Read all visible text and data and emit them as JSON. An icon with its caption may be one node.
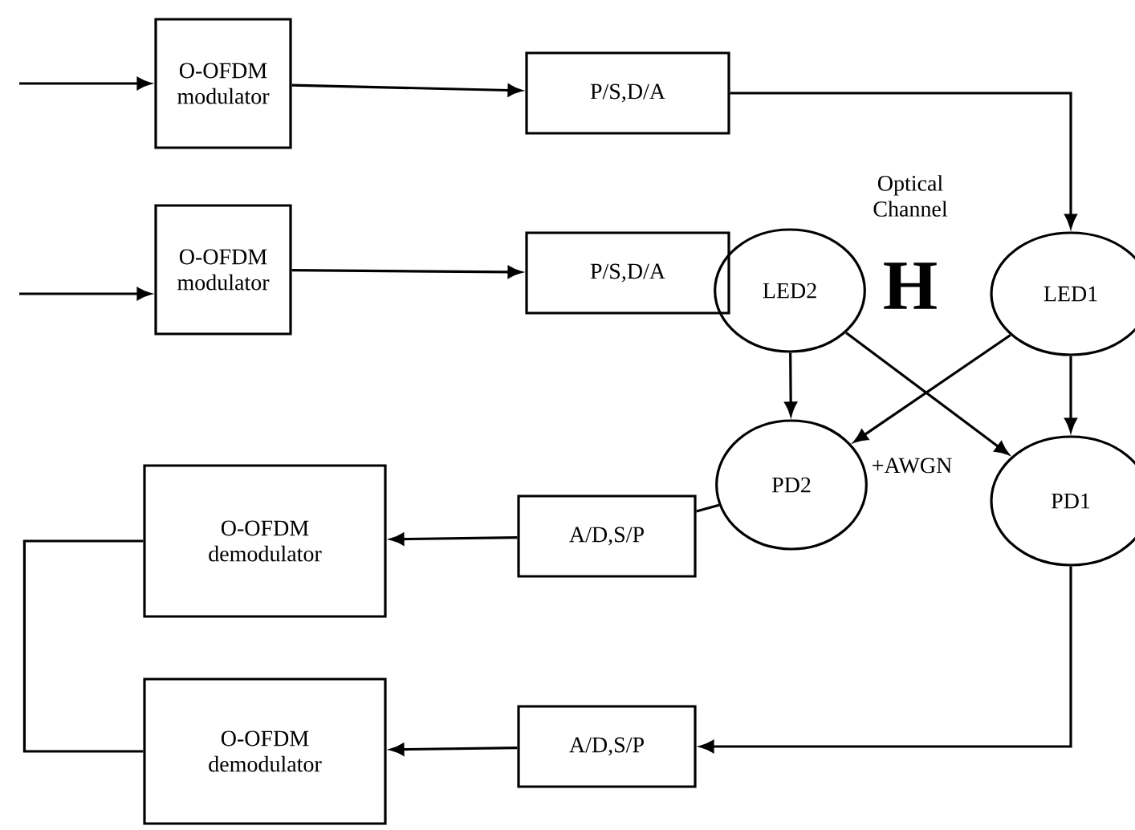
{
  "diagram": {
    "nodes": [
      {
        "text": [
          "O-OFDM modulator"
        ]
      },
      {
        "text": [
          "P/S,D/A"
        ]
      },
      {
        "text": [
          "O-OFDM modulator"
        ]
      },
      {
        "text": [
          "P/S,D/A"
        ]
      },
      {
        "text": [
          "LED2"
        ]
      },
      {
        "text": [
          "LED1"
        ]
      },
      {
        "text": [
          "PD2"
        ]
      },
      {
        "text": [
          "PD1"
        ]
      },
      {
        "text": [
          "O-OFDM demodulator"
        ]
      },
      {
        "text": [
          "A/D,S/P"
        ]
      },
      {
        "text": [
          "O-OFDM demodulator"
        ]
      },
      {
        "text": [
          "A/D,S/P"
        ]
      }
    ],
    "edges": [
      {
        "from": null,
        "to": 0,
        "arrow": "to"
      },
      {
        "from": 0,
        "to": 1,
        "arrow": "to"
      },
      {
        "from": 1,
        "to": 5,
        "arrow": "to"
      },
      {
        "from": null,
        "to": 2,
        "arrow": "to"
      },
      {
        "from": 2,
        "to": 3,
        "arrow": "to"
      },
      {
        "from": 4,
        "to": 6,
        "arrow": "to"
      },
      {
        "from": 4,
        "to": 7,
        "arrow": "to"
      },
      {
        "from": 5,
        "to": 6,
        "arrow": "to"
      },
      {
        "from": 5,
        "to": 7,
        "arrow": "to"
      },
      {
        "from": 6,
        "to": 9,
        "arrow": "none"
      },
      {
        "from": 9,
        "to": 8,
        "arrow": "to"
      },
      {
        "from": 7,
        "to": 11,
        "arrow": "to"
      },
      {
        "from": 11,
        "to": 10,
        "arrow": "to"
      },
      {
        "from": 8,
        "to": 10,
        "arrow": "none"
      }
    ],
    "labels": [
      "Optical Channel",
      "H",
      "+AWGN"
    ]
  }
}
